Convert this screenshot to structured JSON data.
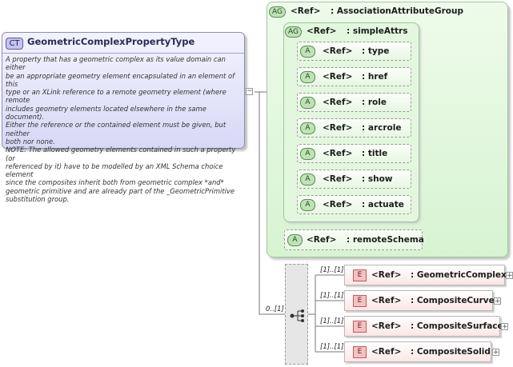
{
  "complex_type": {
    "badge": "CT",
    "name": "GeometricComplexPropertyType",
    "documentation": "A property that has a geometric complex as its value domain can either\nbe an appropriate geometry element encapsulated in an element of this\ntype or an XLink reference to a remote geometry element (where remote\nincludes geometry elements located elsewhere in the same document).\nEither the reference or the contained element must be given, but neither\nboth nor none.\nNOTE: The allowed geometry elements contained in such a property (or\nreferenced by it) have to be modelled by an XML Schema choice element\nsince the composites inherit both from geometric complex *and*\ngeometric primitive and are already part of the _GeometricPrimitive\nsubstitution group."
  },
  "attribute_group": {
    "badge": "AG",
    "ref": "<Ref>",
    "name": ": AssociationAttributeGroup",
    "inner_group": {
      "badge": "AG",
      "ref": "<Ref>",
      "name": ": simpleAttrs",
      "attributes": [
        {
          "badge": "A",
          "ref": "<Ref>",
          "name": ": type"
        },
        {
          "badge": "A",
          "ref": "<Ref>",
          "name": ": href"
        },
        {
          "badge": "A",
          "ref": "<Ref>",
          "name": ": role"
        },
        {
          "badge": "A",
          "ref": "<Ref>",
          "name": ": arcrole"
        },
        {
          "badge": "A",
          "ref": "<Ref>",
          "name": ": title"
        },
        {
          "badge": "A",
          "ref": "<Ref>",
          "name": ": show"
        },
        {
          "badge": "A",
          "ref": "<Ref>",
          "name": ": actuate"
        }
      ]
    },
    "remote_schema": {
      "badge": "A",
      "ref": "<Ref>",
      "name": ": remoteSchema"
    }
  },
  "choice": {
    "cardinality": "0..[1]",
    "icon": "choice-icon",
    "elements": [
      {
        "cardinality": "[1]..[1]",
        "badge": "E",
        "ref": "<Ref>",
        "name": ": GeometricComplex",
        "expand": "+"
      },
      {
        "cardinality": "[1]..[1]",
        "badge": "E",
        "ref": "<Ref>",
        "name": ": CompositeCurve",
        "expand": "+"
      },
      {
        "cardinality": "[1]..[1]",
        "badge": "E",
        "ref": "<Ref>",
        "name": ": CompositeSurface",
        "expand": "+"
      },
      {
        "cardinality": "[1]..[1]",
        "badge": "E",
        "ref": "<Ref>",
        "name": ": CompositeSolid",
        "expand": "+"
      }
    ]
  },
  "collapse_symbol": "−"
}
